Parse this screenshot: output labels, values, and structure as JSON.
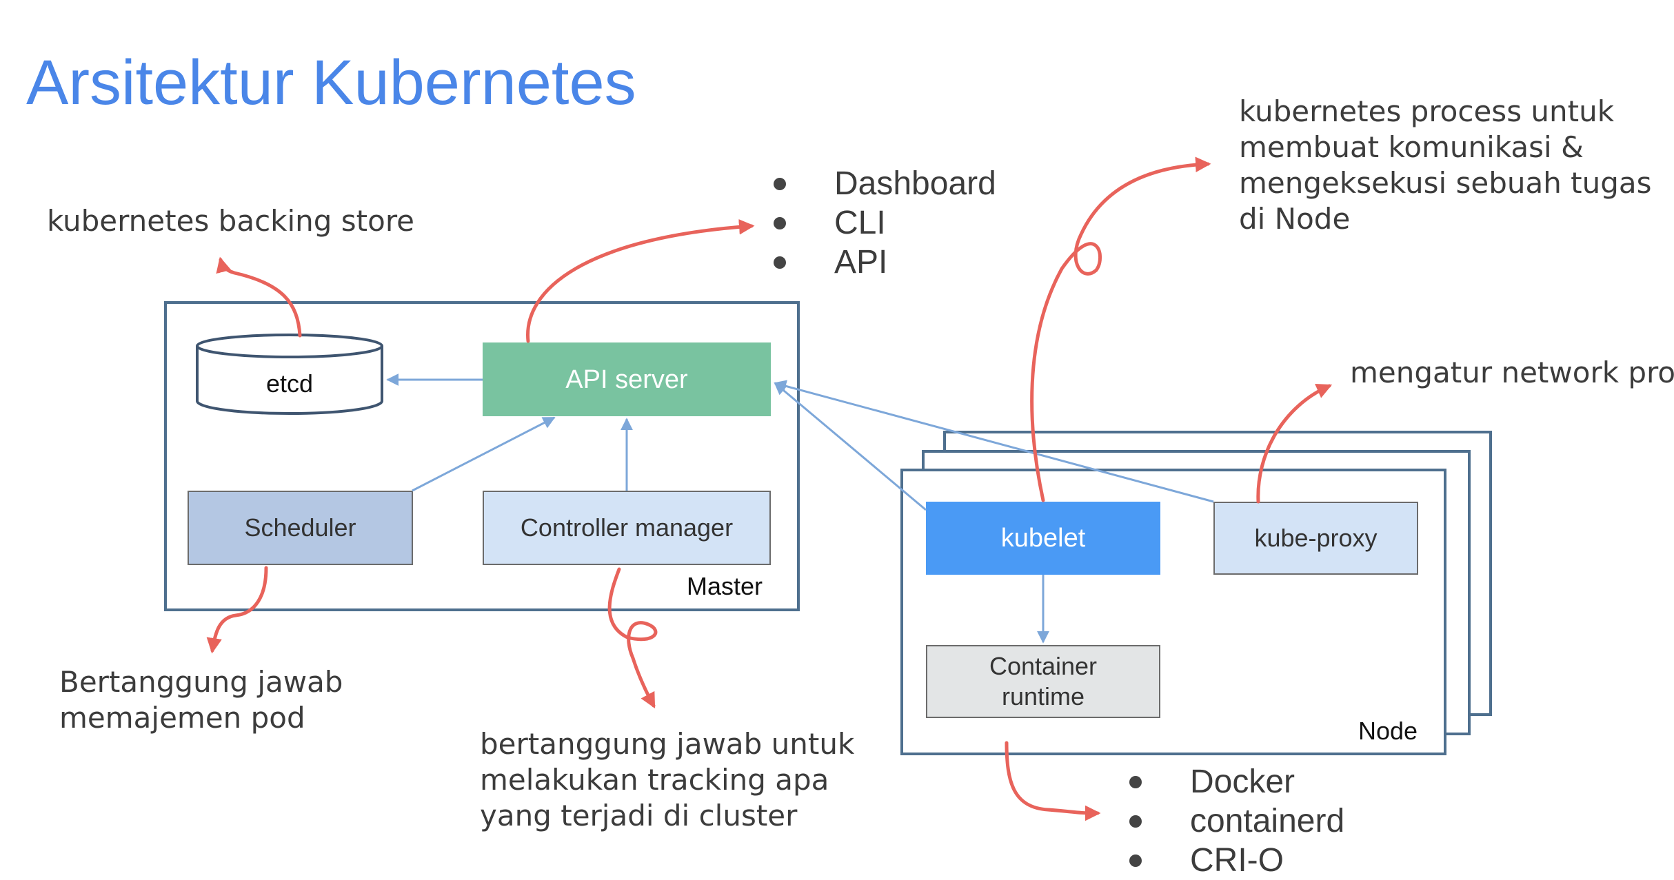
{
  "title": "Arsitektur Kubernetes",
  "colors": {
    "title": "#4a86e8",
    "annotation_arrow": "#e8635b",
    "connector": "#7da7d9",
    "frame_border": "#4e6f8e",
    "api_server": "#79c3a0",
    "scheduler": "#b4c7e3",
    "controller_manager": "#d3e3f6",
    "kubelet": "#4a9af5",
    "kube_proxy": "#d3e3f6",
    "container_runtime": "#e3e5e6"
  },
  "master": {
    "label": "Master",
    "etcd": "etcd",
    "api_server": "API server",
    "scheduler": "Scheduler",
    "controller_manager": "Controller manager"
  },
  "node": {
    "label": "Node",
    "kubelet": "kubelet",
    "kube_proxy": "kube-proxy",
    "container_runtime": [
      "Container",
      "runtime"
    ]
  },
  "annotations": {
    "etcd": "kubernetes backing store",
    "kubelet": [
      "kubernetes process untuk",
      "membuat komunikasi &",
      "mengeksekusi sebuah tugas",
      "di Node"
    ],
    "kube_proxy": "mengatur network proxy",
    "scheduler": [
      "Bertanggung jawab",
      "memajemen pod"
    ],
    "controller_manager": [
      "bertanggung jawab untuk",
      "melakukan tracking apa",
      "yang terjadi di cluster"
    ]
  },
  "api_access_list": [
    "Dashboard",
    "CLI",
    "API"
  ],
  "runtime_list": [
    "Docker",
    "containerd",
    "CRI-O"
  ]
}
